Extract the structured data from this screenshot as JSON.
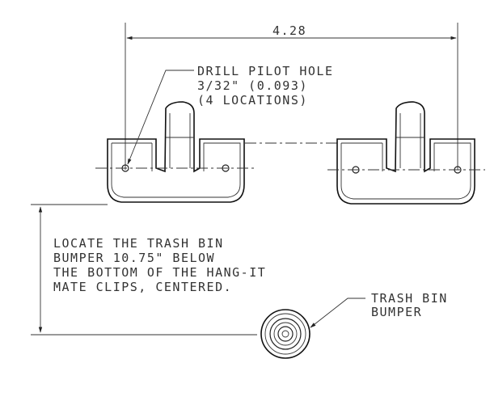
{
  "dimension": {
    "value": "4.28"
  },
  "drill_note": {
    "line1": "DRILL PILOT HOLE",
    "line2": "3/32\" (0.093)",
    "line3": "(4 LOCATIONS)"
  },
  "locate_note": {
    "line1": "LOCATE THE TRASH BIN",
    "line2": "BUMPER 10.75\" BELOW",
    "line3": "THE BOTTOM OF THE HANG-IT",
    "line4": "MATE CLIPS, CENTERED."
  },
  "bumper_note": {
    "line1": "TRASH BIN",
    "line2": "BUMPER"
  }
}
